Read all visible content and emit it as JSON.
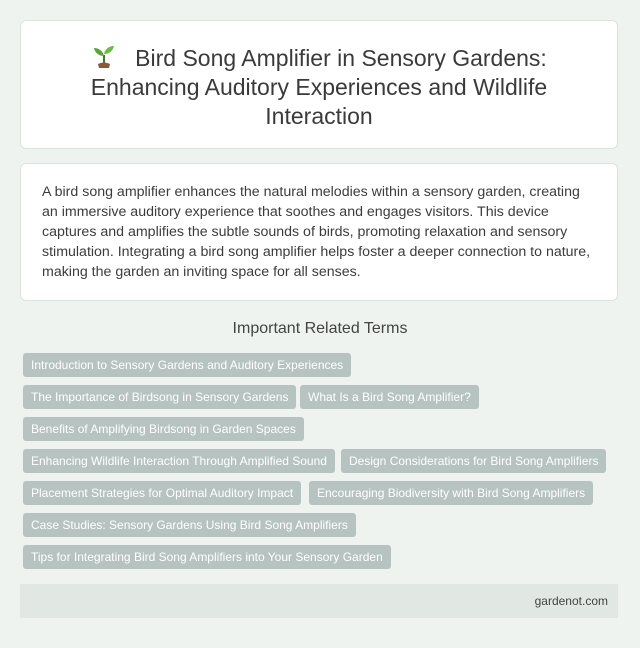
{
  "header": {
    "icon": "sprout-icon",
    "title": "Bird Song Amplifier in Sensory Gardens: Enhancing Auditory Experiences and Wildlife Interaction"
  },
  "intro": {
    "text": "A bird song amplifier enhances the natural melodies within a sensory garden, creating an immersive auditory experience that soothes and engages visitors. This device captures and amplifies the subtle sounds of birds, promoting relaxation and sensory stimulation. Integrating a bird song amplifier helps foster a deeper connection to nature, making the garden an inviting space for all senses."
  },
  "related": {
    "heading": "Important Related Terms",
    "terms": [
      "Introduction to Sensory Gardens and Auditory Experiences",
      "The Importance of Birdsong in Sensory Gardens",
      "What Is a Bird Song Amplifier?",
      "Benefits of Amplifying Birdsong in Garden Spaces",
      "Enhancing Wildlife Interaction Through Amplified Sound",
      "Design Considerations for Bird Song Amplifiers",
      "Placement Strategies for Optimal Auditory Impact",
      "Encouraging Biodiversity with Bird Song Amplifiers",
      "Case Studies: Sensory Gardens Using Bird Song Amplifiers",
      "Tips for Integrating Bird Song Amplifiers into Your Sensory Garden"
    ]
  },
  "footer": {
    "site": "gardenot.com"
  },
  "colors": {
    "page_background": "#eef3ef",
    "tag_background": "#b7c3c0",
    "footer_background": "#e1e8e3"
  }
}
